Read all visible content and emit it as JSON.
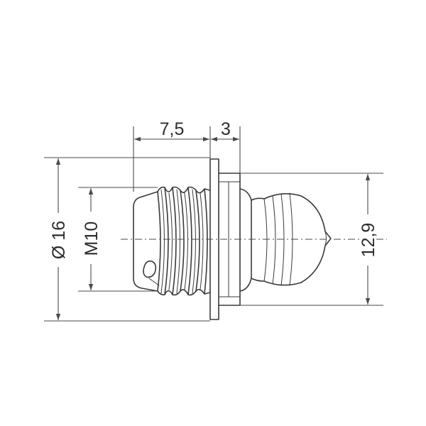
{
  "colors": {
    "line": "#3a3a3a",
    "dimension": "#4a4a4a",
    "text": "#2d2d2d",
    "background": "#ffffff"
  },
  "dimensions": {
    "thread_length": "7,5",
    "collar_width": "3",
    "outer_diameter": "Ø 16",
    "thread_size": "M10",
    "head_diameter": "12,9"
  }
}
